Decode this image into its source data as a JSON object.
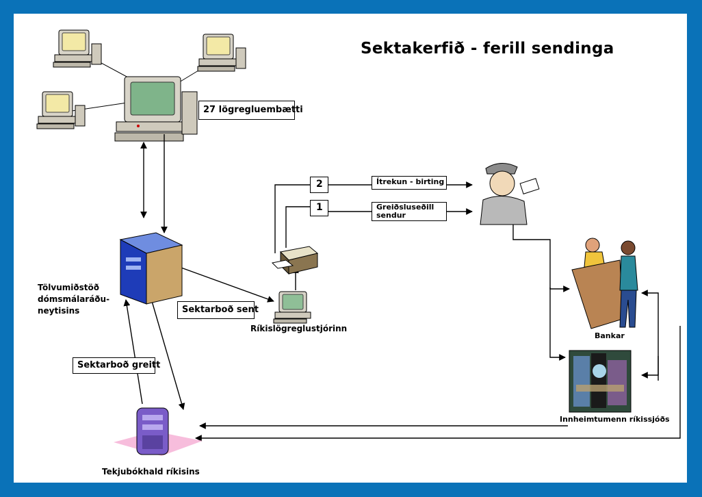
{
  "title": "Sektakerfið - ferill sendinga",
  "colors": {
    "frame": "#0a72b8",
    "screen": "#f3e9a6",
    "screen_main": "#7fb48a",
    "server": "#1e3cb8"
  },
  "nodes": {
    "police_offices": "27 lögregluembætti",
    "computer_center": "Tölvumiðstöð dómsmálaráðu-neytisins",
    "national_police": "Ríkislögreglustjórinn",
    "banks": "Bankar",
    "treasury_collectors": "Innheimtumenn ríkissjóðs",
    "revenue_accounting": "Tekjubókhald ríkisins"
  },
  "labels": {
    "fine_sent": "Sektarboð sent",
    "fine_paid": "Sektarboð greitt",
    "step_1_number": "1",
    "step_1_text": "Greiðsluseðill sendur",
    "step_2_number": "2",
    "step_2_text": "Ítrekun - birting"
  },
  "icons": [
    "workstation-icon",
    "server-tower-icon",
    "printer-icon",
    "mail-carrier-icon",
    "bank-counter-icon",
    "collector-photo-icon",
    "revenue-server-icon"
  ]
}
